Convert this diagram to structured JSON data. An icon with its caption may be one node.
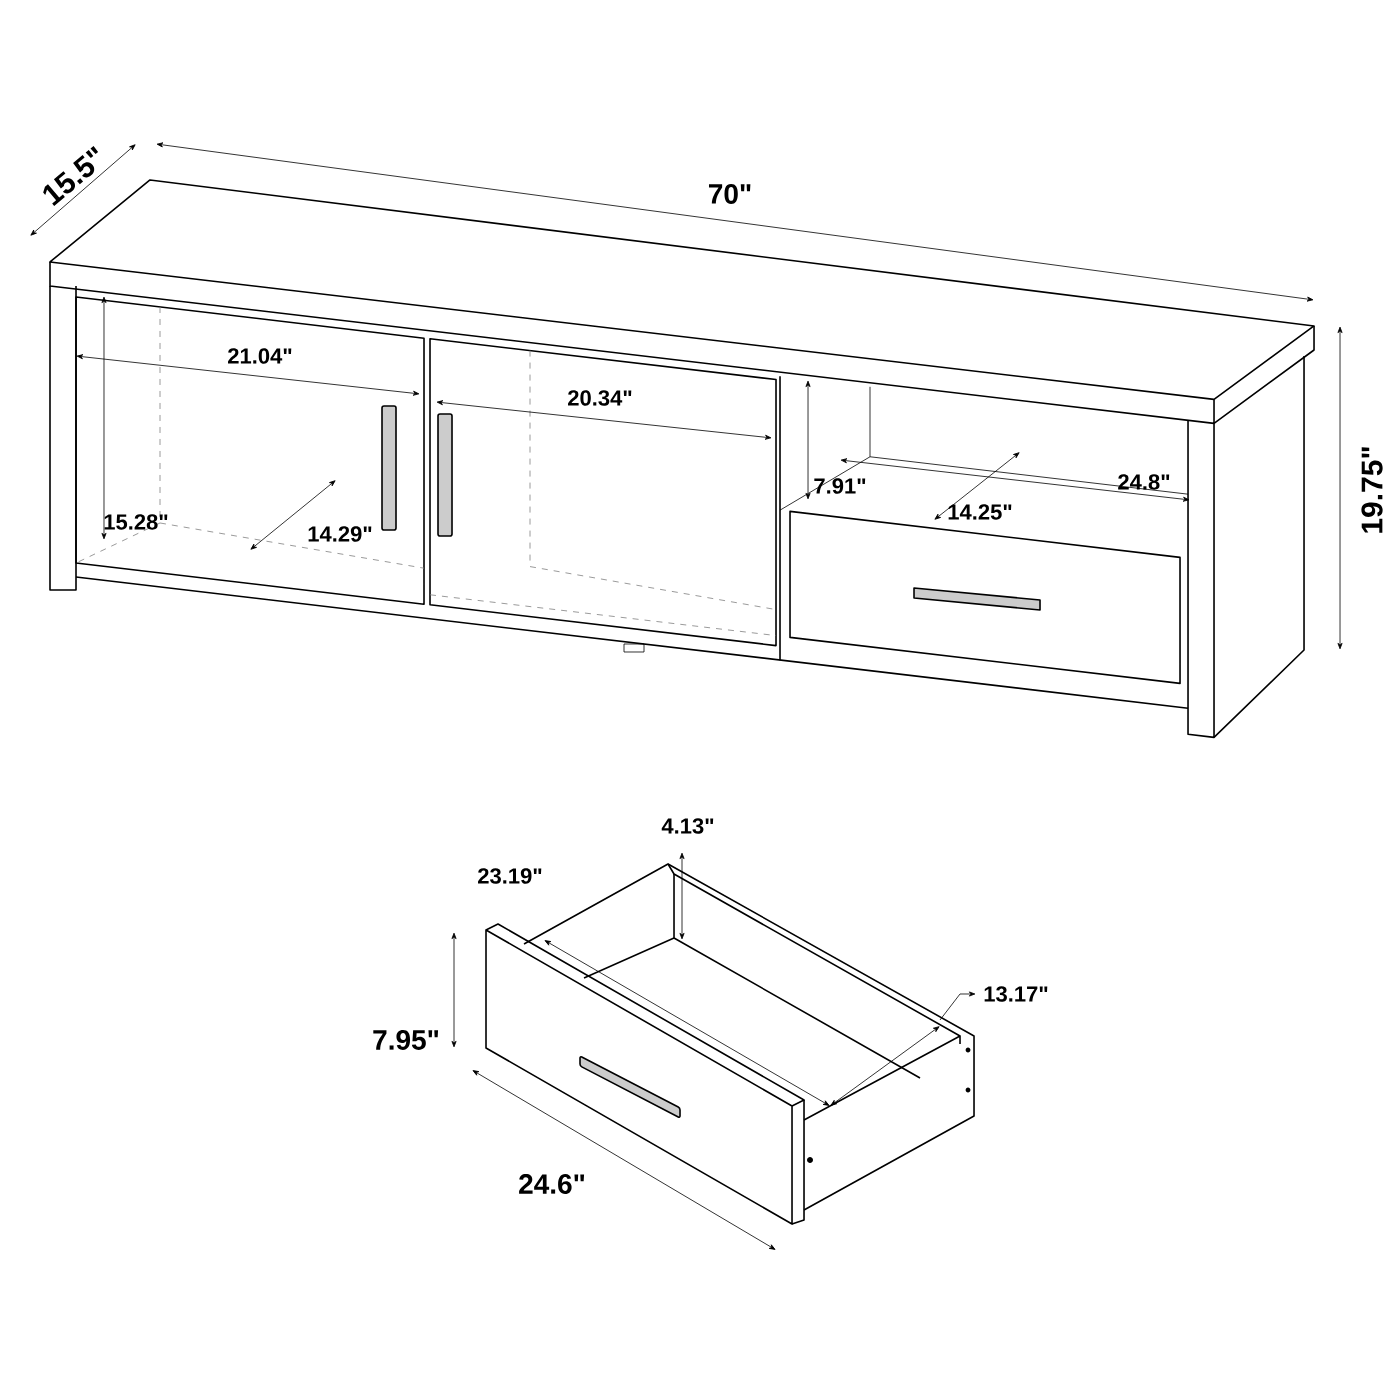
{
  "diagram": {
    "labels": [
      "15.5\"",
      "70\"",
      "21.04\"",
      "20.34\"",
      "19.75\"",
      "7.91\"",
      "24.8\"",
      "15.28\"",
      "14.29\"",
      "14.25\"",
      "4.13\"",
      "23.19\"",
      "7.95\"",
      "13.17\"",
      "24.6\""
    ]
  }
}
